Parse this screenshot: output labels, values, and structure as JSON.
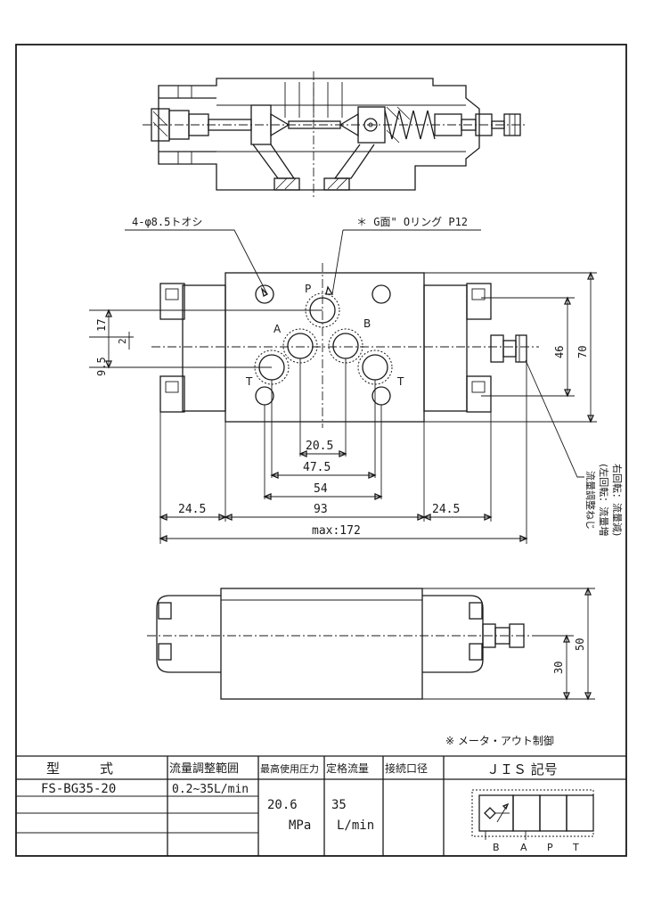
{
  "callouts": {
    "holes": "4-φ8.5トオシ",
    "oring": "＊ G面\" Oリング P12",
    "adjust_screw_1": "流量調整ねじ",
    "adjust_screw_2": "(左回転：流量増",
    "adjust_screw_3": " 右回転：流量減)"
  },
  "ports": {
    "p": "P",
    "a": "A",
    "b": "B",
    "t1": "T",
    "t2": "T"
  },
  "dimensions": {
    "d17": "17",
    "d2": "2",
    "d95": "9.5",
    "d46": "46",
    "d70": "70",
    "d205": "20.5",
    "d475": "47.5",
    "d54": "54",
    "d245_left": "24.5",
    "d93": "93",
    "d245_right": "24.5",
    "dmax": "max:172",
    "d50": "50",
    "d30": "30"
  },
  "note": "※ メータ・アウト制御",
  "spec_table": {
    "headers": {
      "model": "型　　　式",
      "range": "流量調整範囲",
      "pressure": "最高使用圧力",
      "flow": "定格流量",
      "port": "接続口径",
      "jis": "ＪＩＳ 記号"
    },
    "row": {
      "model": "FS-BG35-20",
      "range": "0.2~35L/min",
      "pressure_1": "20.6",
      "pressure_2": "MPa",
      "flow_1": "35",
      "flow_2": "L/min"
    },
    "jis_ports": [
      "B",
      "A",
      "P",
      "T"
    ]
  }
}
